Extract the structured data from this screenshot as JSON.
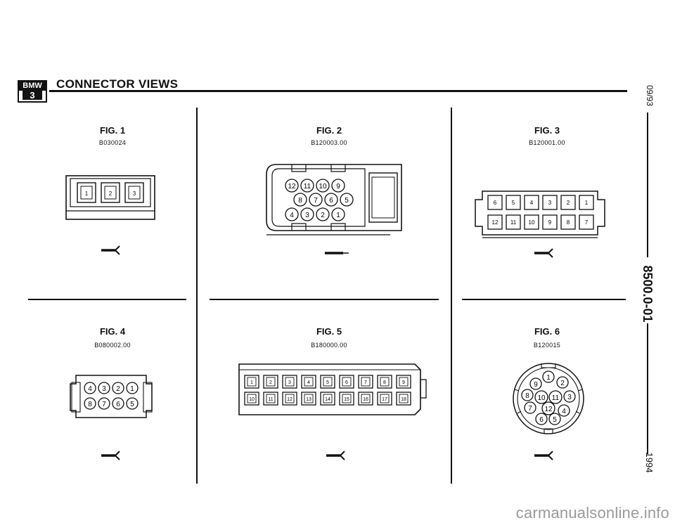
{
  "header": {
    "logo_brand": "BMW",
    "logo_series": "3",
    "title": "CONNECTOR VIEWS"
  },
  "figures": [
    {
      "title": "FIG. 1",
      "code": "B030024",
      "pins": [
        "1",
        "2",
        "3"
      ]
    },
    {
      "title": "FIG. 2",
      "code": "B120003.00",
      "pins": [
        "12",
        "11",
        "10",
        "9",
        "8",
        "7",
        "6",
        "5",
        "4",
        "3",
        "2",
        "1"
      ]
    },
    {
      "title": "FIG. 3",
      "code": "B120001.00",
      "pins": [
        "6",
        "5",
        "4",
        "3",
        "2",
        "1",
        "12",
        "11",
        "10",
        "9",
        "8",
        "7"
      ]
    },
    {
      "title": "FIG. 4",
      "code": "B080002.00",
      "pins": [
        "4",
        "3",
        "2",
        "1",
        "8",
        "7",
        "6",
        "5"
      ]
    },
    {
      "title": "FIG. 5",
      "code": "B180000.00",
      "pins": [
        "1",
        "2",
        "3",
        "4",
        "5",
        "6",
        "7",
        "8",
        "9",
        "10",
        "11",
        "12",
        "13",
        "14",
        "15",
        "16",
        "17",
        "18"
      ]
    },
    {
      "title": "FIG. 6",
      "code": "B120015",
      "pins": [
        "1",
        "2",
        "3",
        "4",
        "5",
        "6",
        "7",
        "8",
        "9",
        "10",
        "11",
        "12"
      ]
    }
  ],
  "margin": {
    "date": "09/93",
    "ref": "8500.0-01",
    "year": "1994"
  },
  "watermark": "carmanualsonline.info",
  "icons": {
    "arrow": "connector-insertion-arrow-icon"
  }
}
